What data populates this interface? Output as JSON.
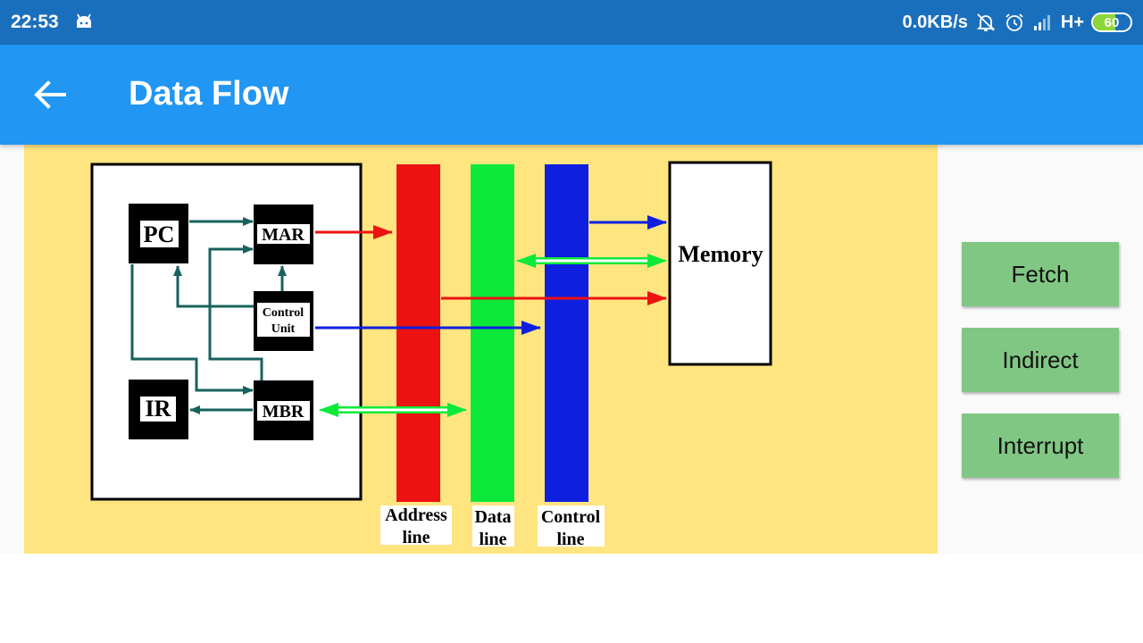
{
  "status_bar": {
    "time": "22:53",
    "net_speed": "0.0KB/s",
    "network_type": "H+",
    "battery_level": "60",
    "battery_fraction": 0.6,
    "icons": [
      "android-debug-icon",
      "bell-muted-icon",
      "alarm-clock-icon",
      "signal-icon",
      "battery-icon"
    ]
  },
  "app_bar": {
    "title": "Data Flow",
    "back_icon": "arrow-left-icon"
  },
  "diagram": {
    "cpu": {
      "pc": "PC",
      "mar": "MAR",
      "control_unit_line1": "Control",
      "control_unit_line2": "Unit",
      "ir": "IR",
      "mbr": "MBR"
    },
    "buses": {
      "address_line1": "Address",
      "address_line2": "line",
      "data_line1": "Data",
      "data_line2": "line",
      "control_line1": "Control",
      "control_line2": "line"
    },
    "memory": "Memory",
    "colors": {
      "panel_background": "#ffe580",
      "address_bus": "#ec1212",
      "data_bus": "#0ce93a",
      "control_bus": "#0f1fe0",
      "internal_arrows": "#17625d"
    }
  },
  "buttons": {
    "fetch": "Fetch",
    "indirect": "Indirect",
    "interrupt": "Interrupt"
  }
}
